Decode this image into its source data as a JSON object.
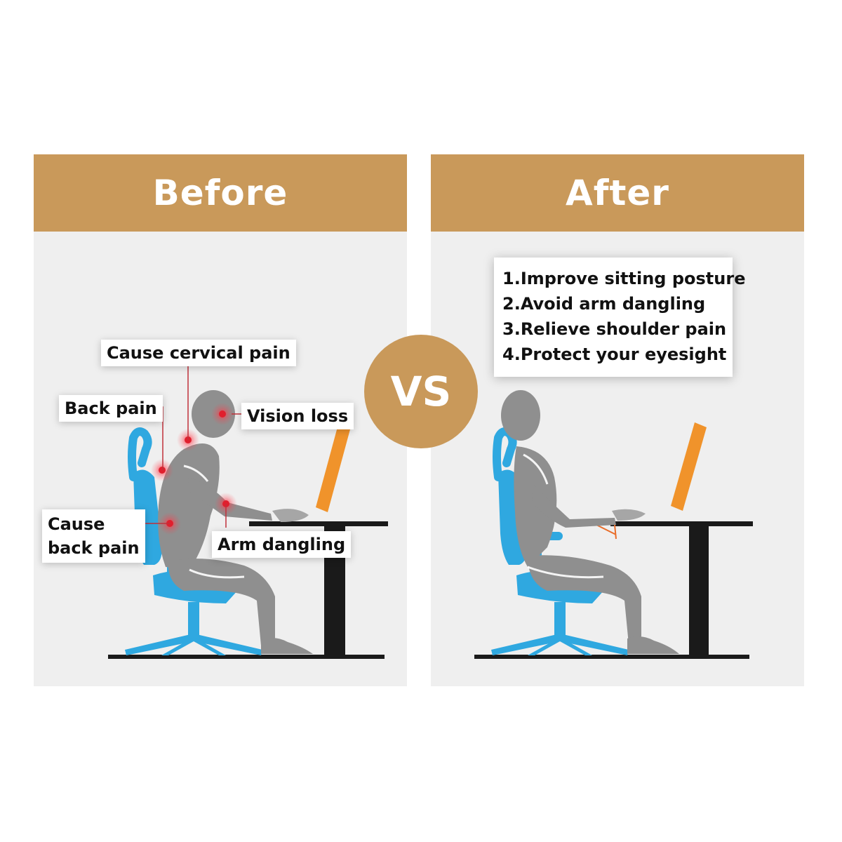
{
  "colors": {
    "header_bg": "#c9995a",
    "panel_bg": "#efefef",
    "chair": "#2fa8e0",
    "body": "#8f8f8f",
    "pain_dot": "#e01f2d",
    "monitor": "#f0932b",
    "desk": "#1a1a1a",
    "armrest": "#e96d2a"
  },
  "before": {
    "title": "Before",
    "labels": {
      "cervical": "Cause cervical pain",
      "back": "Back pain",
      "vision": "Vision loss",
      "lower_back_line1": "Cause",
      "lower_back_line2": "back pain",
      "arm": "Arm dangling"
    }
  },
  "vs": "VS",
  "after": {
    "title": "After",
    "benefits": [
      "1.Improve sitting posture",
      "2.Avoid arm dangling",
      "3.Relieve shoulder pain",
      "4.Protect your eyesight"
    ]
  }
}
